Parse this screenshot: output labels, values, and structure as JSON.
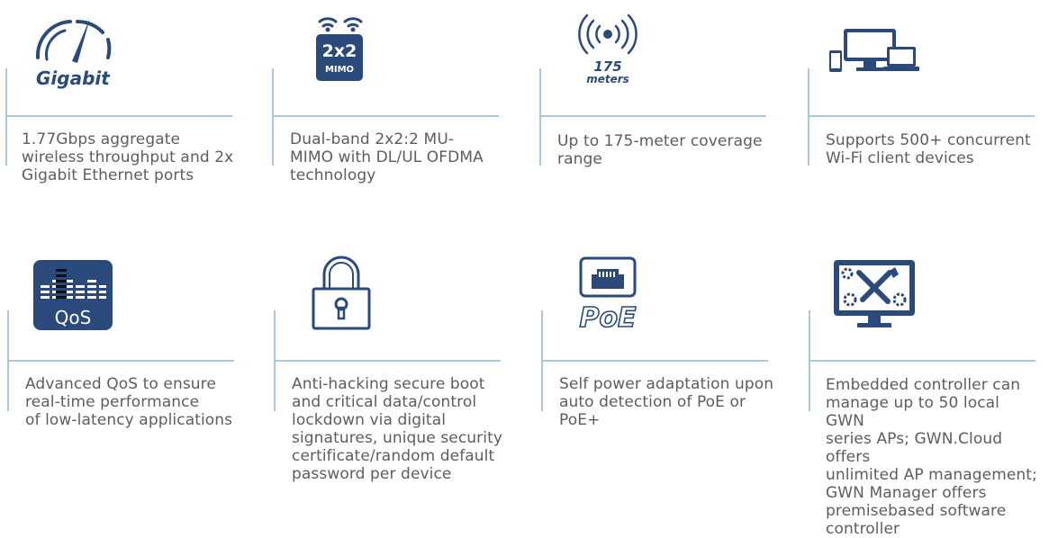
{
  "features": [
    {
      "icon": "gigabit-speedometer-icon",
      "icon_label": "Gigabit",
      "description": "1.77Gbps aggregate\nwireless throughput and 2x\nGigabit Ethernet ports"
    },
    {
      "icon": "mimo-wifi-icon",
      "icon_label_top": "2x2",
      "icon_label_bottom": "MIMO",
      "description": "Dual-band 2x2:2 MU-\nMIMO with DL/UL OFDMA\ntechnology"
    },
    {
      "icon": "coverage-radio-icon",
      "icon_label_top": "175",
      "icon_label_bottom": "meters",
      "description": "Up to 175-meter coverage\nrange"
    },
    {
      "icon": "devices-icon",
      "description": "Supports 500+ concurrent\nWi-Fi client devices"
    },
    {
      "icon": "qos-equalizer-icon",
      "icon_label": "QoS",
      "description": "Advanced QoS to ensure\nreal-time performance\nof low-latency applications"
    },
    {
      "icon": "padlock-icon",
      "description": "Anti-hacking secure boot\nand critical data/control\nlockdown via digital\nsignatures, unique security\ncertificate/random default\npassword per device"
    },
    {
      "icon": "poe-ethernet-icon",
      "icon_label": "PoE",
      "description": "Self power adaptation upon\nauto detection of PoE or\nPoE+"
    },
    {
      "icon": "controller-tools-icon",
      "description": "Embedded controller can\nmanage up to 50 local GWN\nseries APs; GWN.Cloud offers\nunlimited AP management;\nGWN Manager offers\npremisebased software\ncontroller"
    }
  ],
  "colors": {
    "icon_navy": "#2b4a7c",
    "line": "#a9c9d6",
    "text": "#5d5d5d"
  }
}
